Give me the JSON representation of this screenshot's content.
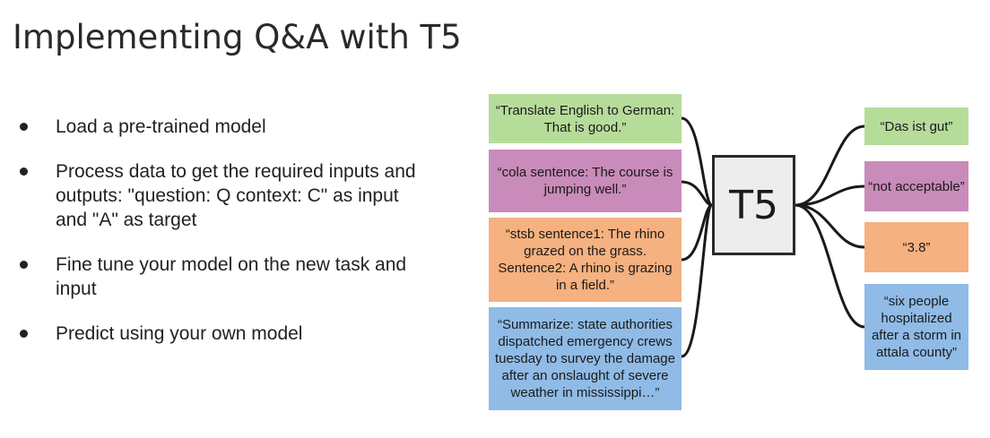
{
  "title": "Implementing Q&A with T5",
  "bullets": [
    "Load a pre-trained model",
    "Process data to get the required inputs and outputs: \"question: Q context: C\" as input and \"A\" as target",
    "Fine tune your model on the new task and input",
    "Predict using your own model"
  ],
  "diagram": {
    "model_label": "T5",
    "inputs": [
      {
        "text": "“Translate English to German: That is good.”",
        "color": "#b6dc9a"
      },
      {
        "text": "“cola sentence:  The course is jumping well.”",
        "color": "#c98bb9"
      },
      {
        "text": "“stsb sentence1: The rhino grazed on the grass. Sentence2: A rhino is grazing in a field.”",
        "color": "#f5b17f"
      },
      {
        "text": "“Summarize: state authorities dispatched emergency crews tuesday to survey the damage after an onslaught of severe weather in mississippi…”",
        "color": "#8fbbe6"
      }
    ],
    "outputs": [
      {
        "text": "“Das ist gut”",
        "color": "#b6dc9a"
      },
      {
        "text": "“not acceptable”",
        "color": "#c98bb9"
      },
      {
        "text": "“3.8”",
        "color": "#f5b17f"
      },
      {
        "text": "“six people hospitalized after a storm in attala county”",
        "color": "#8fbbe6"
      }
    ]
  }
}
